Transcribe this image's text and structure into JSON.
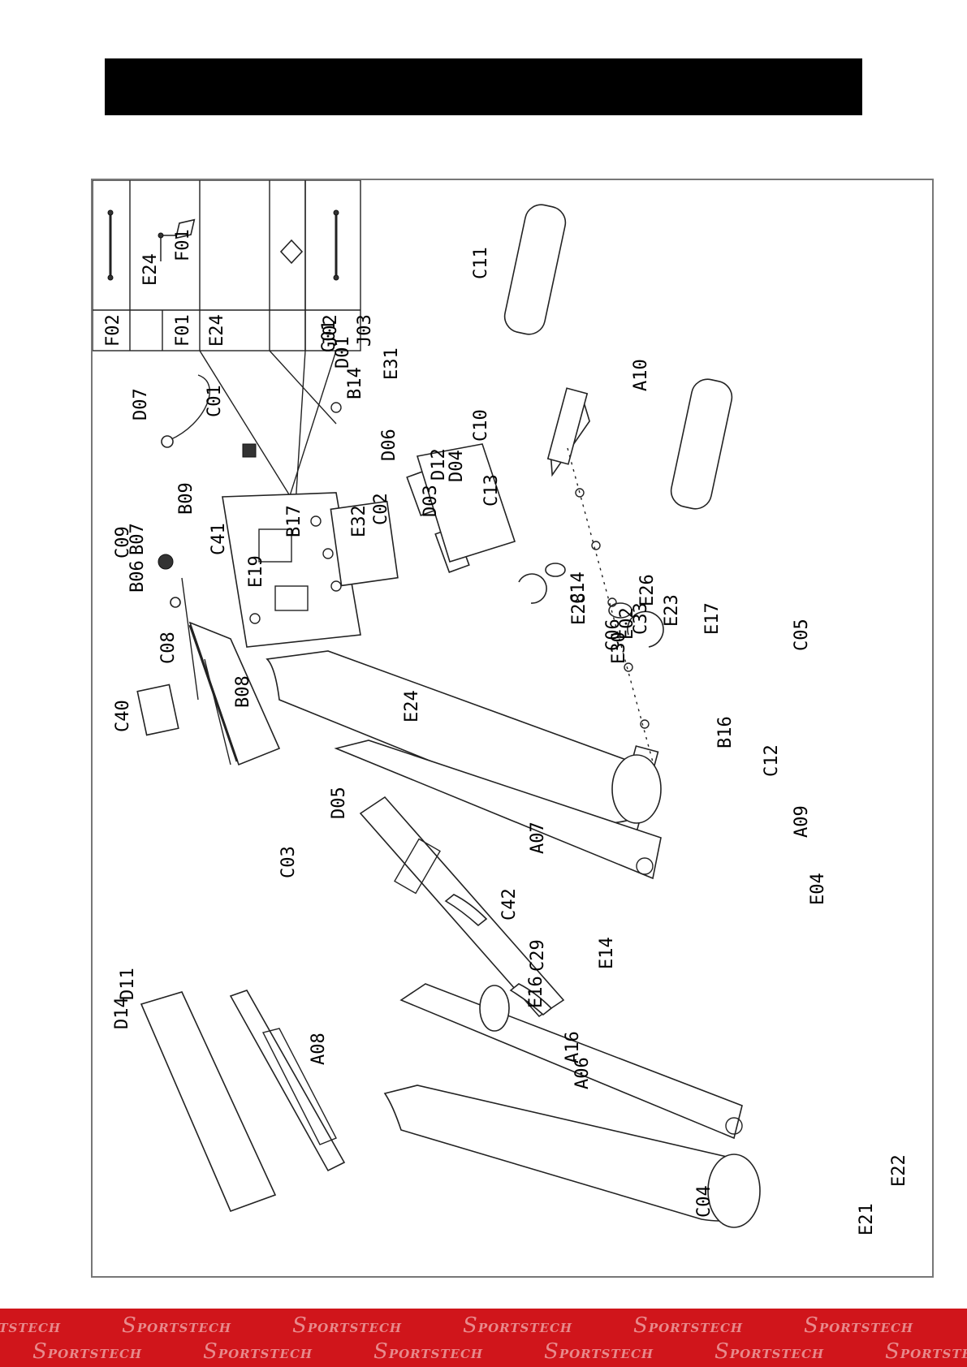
{
  "brand": {
    "watermark": "Sportstech"
  },
  "colors": {
    "title_bar": "#000000",
    "footer_band": "#d0151b",
    "frame": "#777777"
  },
  "legend": {
    "rows": [
      {
        "code": "F02"
      },
      {
        "code": "F01",
        "parts": [
          "E24",
          "F01"
        ]
      },
      {
        "code": "E24"
      },
      {
        "code": "J02"
      },
      {
        "code": "J03"
      }
    ]
  },
  "parts": [
    "A06",
    "A07",
    "A08",
    "A09",
    "A10",
    "A16",
    "B06",
    "B07",
    "B08",
    "B09",
    "B14",
    "B16",
    "B17",
    "C01",
    "C02",
    "C03",
    "C04",
    "C05",
    "C06",
    "C08",
    "C09",
    "C10",
    "C11",
    "C12",
    "C13",
    "C14",
    "C29",
    "C33",
    "C40",
    "C41",
    "C42",
    "D01",
    "D03",
    "D04",
    "D05",
    "D06",
    "D07",
    "D11",
    "D12",
    "D14",
    "E02",
    "E04",
    "E14",
    "E16",
    "E17",
    "E19",
    "E21",
    "E22",
    "E23",
    "E24",
    "E26",
    "E28",
    "E30",
    "E31",
    "E32",
    "G01"
  ]
}
